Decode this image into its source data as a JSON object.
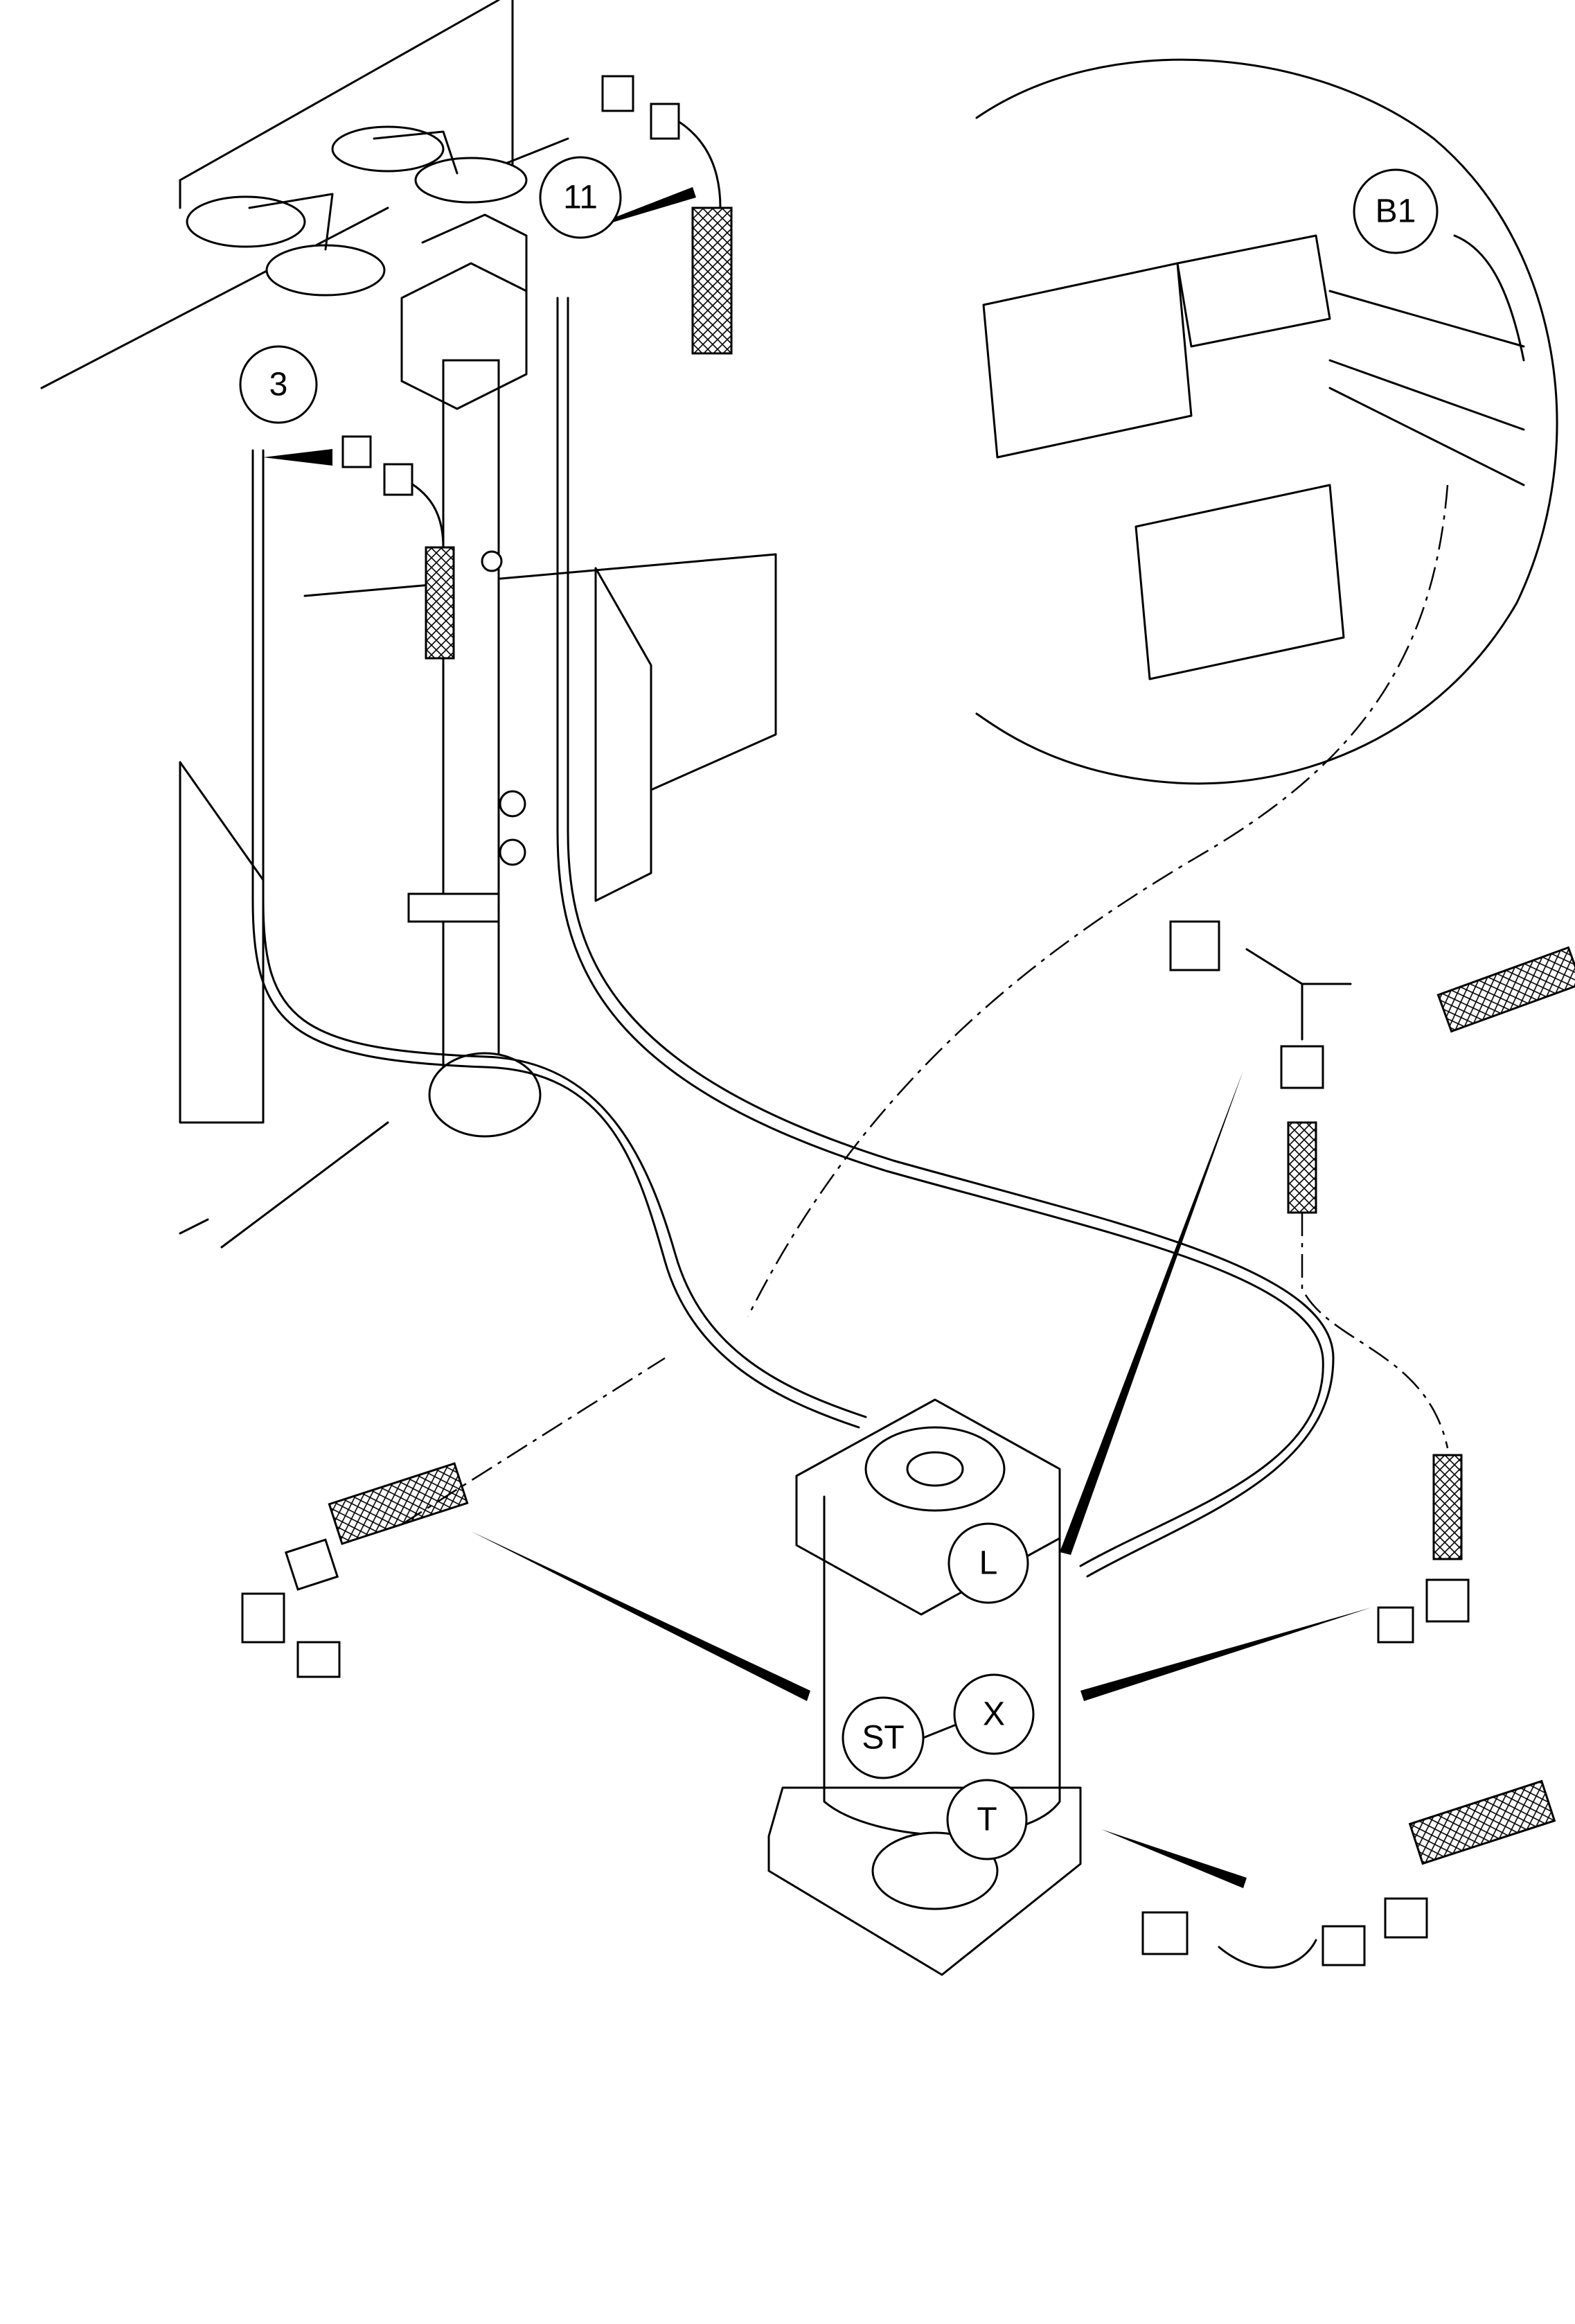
{
  "callouts": {
    "group_3": "3",
    "group_11": "11",
    "group_b1": "B1",
    "port_l": "L",
    "port_x": "X",
    "port_st": "ST",
    "port_t": "T"
  }
}
